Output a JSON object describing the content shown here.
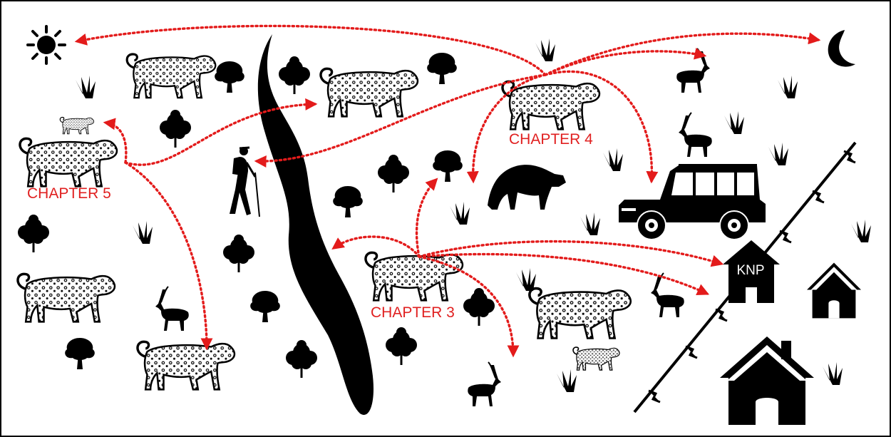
{
  "labels": {
    "chapter3": "CHAPTER 3",
    "chapter4": "CHAPTER 4",
    "chapter5": "CHAPTER 5",
    "park": "KNP"
  },
  "colors": {
    "arrow": "#e31b1b",
    "label": "#e02020",
    "silhouette": "#000000",
    "border": "#000000"
  },
  "icons": [
    "sun-icon",
    "moon-icon",
    "river-shape",
    "leopard-icon",
    "small-leopard-icon",
    "tree-icon",
    "bush-icon",
    "grass-icon",
    "impala-icon",
    "hyena-icon",
    "hiker-icon",
    "safari-vehicle-icon",
    "fence-icon",
    "house-icon"
  ]
}
